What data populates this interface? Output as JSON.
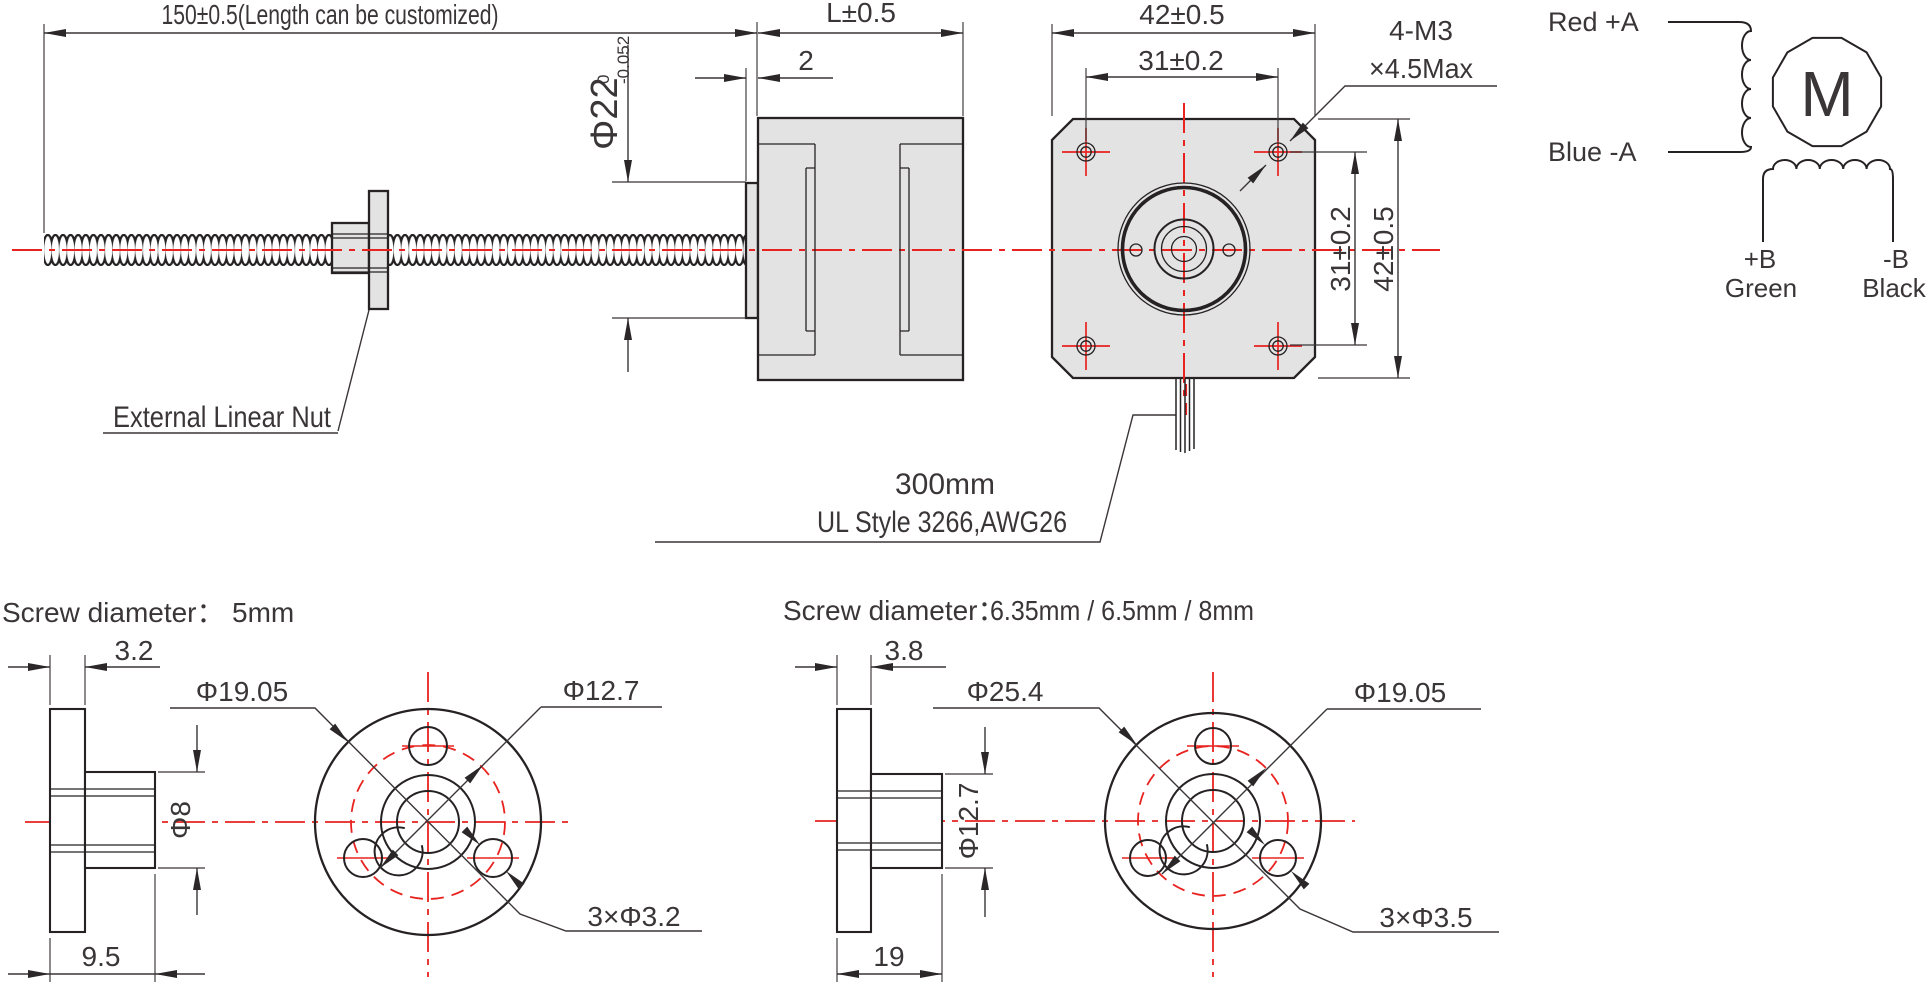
{
  "drawing": {
    "main_view": {
      "dim_length": "150±0.5(Length can be customized)",
      "dim_body_length": "L±0.5",
      "dim_boss_length": "2",
      "dim_boss_dia": "Φ22",
      "dim_boss_dia_tol_upper": "0",
      "dim_boss_dia_tol_lower": "-0.052",
      "nut_label": "External Linear Nut",
      "cable_length": "300mm",
      "cable_spec": "UL Style 3266,AWG26"
    },
    "front_view": {
      "dim_width": "42±0.5",
      "dim_hole_spacing_h": "31±0.2",
      "mount_hole_note_line1": "4-M3",
      "mount_hole_note_line2": "×4.5Max",
      "dim_hole_spacing_v": "31±0.2",
      "dim_height": "42±0.5"
    },
    "wiring": {
      "phase_a_pos": "Red +A",
      "phase_a_neg": "Blue -A",
      "motor_symbol": "M",
      "phase_b_pos": "+B",
      "phase_b_pos_color": "Green",
      "phase_b_neg": "-B",
      "phase_b_neg_color": "Black"
    },
    "nut_small": {
      "heading_label": "Screw diameter：",
      "heading_value": "5mm",
      "dim_flange_thickness": "3.2",
      "dim_flange_dia": "Φ19.05",
      "dim_bolt_circle_dia": "Φ12.7",
      "dim_sleeve_dia": "Φ8",
      "dim_mount_holes": "3×Φ3.2",
      "dim_total_length": "9.5"
    },
    "nut_large": {
      "heading_label": "Screw diameter：",
      "heading_value": "6.35mm / 6.5mm / 8mm",
      "dim_flange_thickness": "3.8",
      "dim_flange_dia": "Φ25.4",
      "dim_bolt_circle_dia": "Φ19.05",
      "dim_sleeve_dia": "Φ12.7",
      "dim_mount_holes": "3×Φ3.5",
      "dim_total_length": "19"
    },
    "colors": {
      "line": "#2b2728",
      "centerline_red": "#e8231f",
      "body_fill": "#e3e3e4"
    }
  }
}
